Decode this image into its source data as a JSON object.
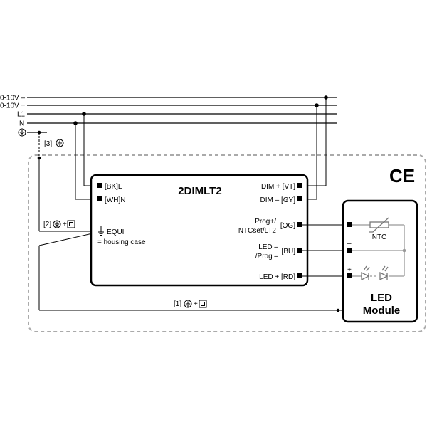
{
  "mains": {
    "dim_neg": "0-10V –",
    "dim_pos": "0-10V +",
    "l1": "L1",
    "n": "N"
  },
  "wire_notes": {
    "note_3": "[3]",
    "note_2": "[2]",
    "note_1": "[1]",
    "plus": "+"
  },
  "driver": {
    "title": "2DIMLT2",
    "bk_label": "[BK]L",
    "wh_label": "[WH]N",
    "equi_line1": "EQUI",
    "equi_line2": "= housing case",
    "dim_plus": "DIM + [VT]",
    "dim_minus": "DIM – [GY]",
    "prog_line1": "Prog+/",
    "prog_line2": "NTCset/LT2",
    "og": "[OG]",
    "led_neg_line1": "LED –",
    "led_neg_line2": "/Prog –",
    "bu": "[BU]",
    "led_pos": "LED + [RD]"
  },
  "led_module": {
    "title_line1": "LED",
    "title_line2": "Module",
    "ntc": "NTC",
    "minus": "–",
    "plus": "+"
  },
  "ce_mark": "CE",
  "icons": [
    "earth-ground-icon",
    "protective-earth-icon",
    "double-insulation-icon",
    "ntc-thermistor-icon",
    "led-diode-icon",
    "ce-mark-icon"
  ]
}
